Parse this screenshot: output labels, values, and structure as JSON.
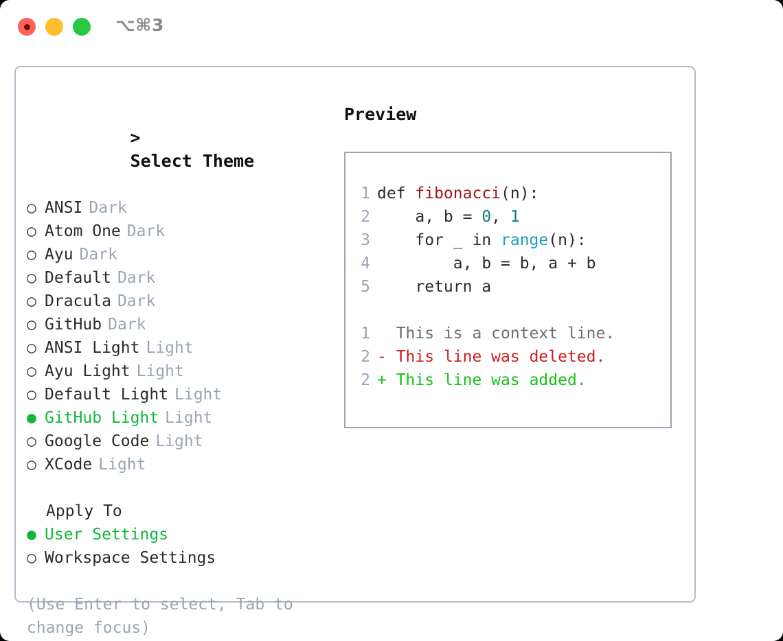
{
  "titlebar": {
    "shortcut": "⌥⌘3",
    "buttons": [
      {
        "name": "close",
        "color": "#ff6058"
      },
      {
        "name": "minimize",
        "color": "#febc2e"
      },
      {
        "name": "zoom",
        "color": "#28c840"
      }
    ]
  },
  "colors": {
    "accent_green": "#0fb83c",
    "muted": "#9aa5b4",
    "text": "#2b2b2b",
    "border": "#9aa5b1",
    "panel_border": "#b3bcc8",
    "diff_add": "#17c217",
    "diff_del": "#cc1f1f",
    "syntax_function": "#a3171a",
    "syntax_number": "#0a7d78",
    "syntax_call": "#1a9ec4"
  },
  "theme_list": {
    "header_caret": ">",
    "header": "Select Theme",
    "items": [
      {
        "bullet": "○",
        "label": "ANSI",
        "tag": "Dark",
        "selected": false
      },
      {
        "bullet": "○",
        "label": "Atom One",
        "tag": "Dark",
        "selected": false
      },
      {
        "bullet": "○",
        "label": "Ayu",
        "tag": "Dark",
        "selected": false
      },
      {
        "bullet": "○",
        "label": "Default",
        "tag": "Dark",
        "selected": false
      },
      {
        "bullet": "○",
        "label": "Dracula",
        "tag": "Dark",
        "selected": false
      },
      {
        "bullet": "○",
        "label": "GitHub",
        "tag": "Dark",
        "selected": false
      },
      {
        "bullet": "○",
        "label": "ANSI Light",
        "tag": "Light",
        "selected": false
      },
      {
        "bullet": "○",
        "label": "Ayu Light",
        "tag": "Light",
        "selected": false
      },
      {
        "bullet": "○",
        "label": "Default Light",
        "tag": "Light",
        "selected": false
      },
      {
        "bullet": "●",
        "label": "GitHub Light",
        "tag": "Light",
        "selected": true
      },
      {
        "bullet": "○",
        "label": "Google Code",
        "tag": "Light",
        "selected": false
      },
      {
        "bullet": "○",
        "label": "XCode",
        "tag": "Light",
        "selected": false
      }
    ]
  },
  "apply_to": {
    "label": "Apply To",
    "items": [
      {
        "bullet": "●",
        "label": "User Settings",
        "selected": true
      },
      {
        "bullet": "○",
        "label": "Workspace Settings",
        "selected": false
      }
    ]
  },
  "hint": "(Use Enter to select, Tab to change focus)",
  "preview": {
    "title": "Preview",
    "code": [
      {
        "no": "1",
        "tokens": [
          {
            "t": "def ",
            "c": "plain"
          },
          {
            "t": "fibonacci",
            "c": "fn"
          },
          {
            "t": "(n):",
            "c": "plain"
          }
        ]
      },
      {
        "no": "2",
        "tokens": [
          {
            "t": "    a, b = ",
            "c": "plain"
          },
          {
            "t": "0",
            "c": "num"
          },
          {
            "t": ", ",
            "c": "plain"
          },
          {
            "t": "1",
            "c": "num"
          }
        ]
      },
      {
        "no": "3",
        "tokens": [
          {
            "t": "    for _ in ",
            "c": "plain"
          },
          {
            "t": "range",
            "c": "call"
          },
          {
            "t": "(n):",
            "c": "plain"
          }
        ]
      },
      {
        "no": "4",
        "tokens": [
          {
            "t": "        a, b = b, a + b",
            "c": "plain"
          }
        ]
      },
      {
        "no": "5",
        "tokens": [
          {
            "t": "    return a",
            "c": "plain"
          }
        ]
      }
    ],
    "diff": [
      {
        "no": "1",
        "marker": "  ",
        "text": "This is a context line.",
        "kind": "ctx"
      },
      {
        "no": "2",
        "marker": "- ",
        "text": "This line was deleted.",
        "kind": "del"
      },
      {
        "no": "2",
        "marker": "+ ",
        "text": "This line was added.",
        "kind": "add"
      }
    ]
  }
}
